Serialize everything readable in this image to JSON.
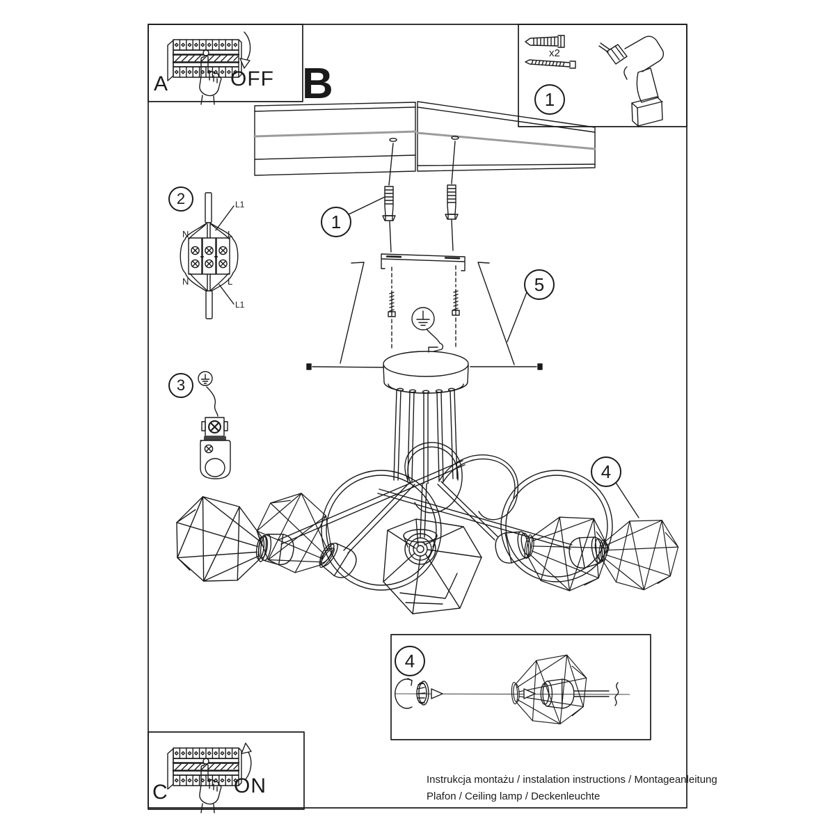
{
  "colors": {
    "line": "#1a1a1a",
    "grey": "#9b9b9b",
    "background": "#ffffff"
  },
  "sections": {
    "step_a": {
      "letter": "A",
      "action_label": "OFF"
    },
    "step_b": {
      "letter": "B"
    },
    "step_c": {
      "letter": "C",
      "action_label": "ON"
    },
    "parts": {
      "step_number": "1",
      "anchor_quantity": "x2"
    },
    "anchors_callout": {
      "step_number": "1"
    },
    "wiring": {
      "step_number": "2",
      "terminal_top_left": "N",
      "terminal_top_right": "L",
      "terminal_bottom_left": "N",
      "terminal_bottom_right": "L",
      "wire_top": "L1",
      "wire_bottom": "L1"
    },
    "ground": {
      "step_number": "3"
    },
    "canopy_callout": {
      "step_number": "5"
    },
    "shade_callout": {
      "step_number": "4"
    },
    "shade_detail": {
      "step_number": "4"
    }
  },
  "footer": {
    "line1": "Instrukcja montażu / instalation instructions / Montageanleitung",
    "line2": "Plafon / Ceiling lamp / Deckenleuchte"
  }
}
